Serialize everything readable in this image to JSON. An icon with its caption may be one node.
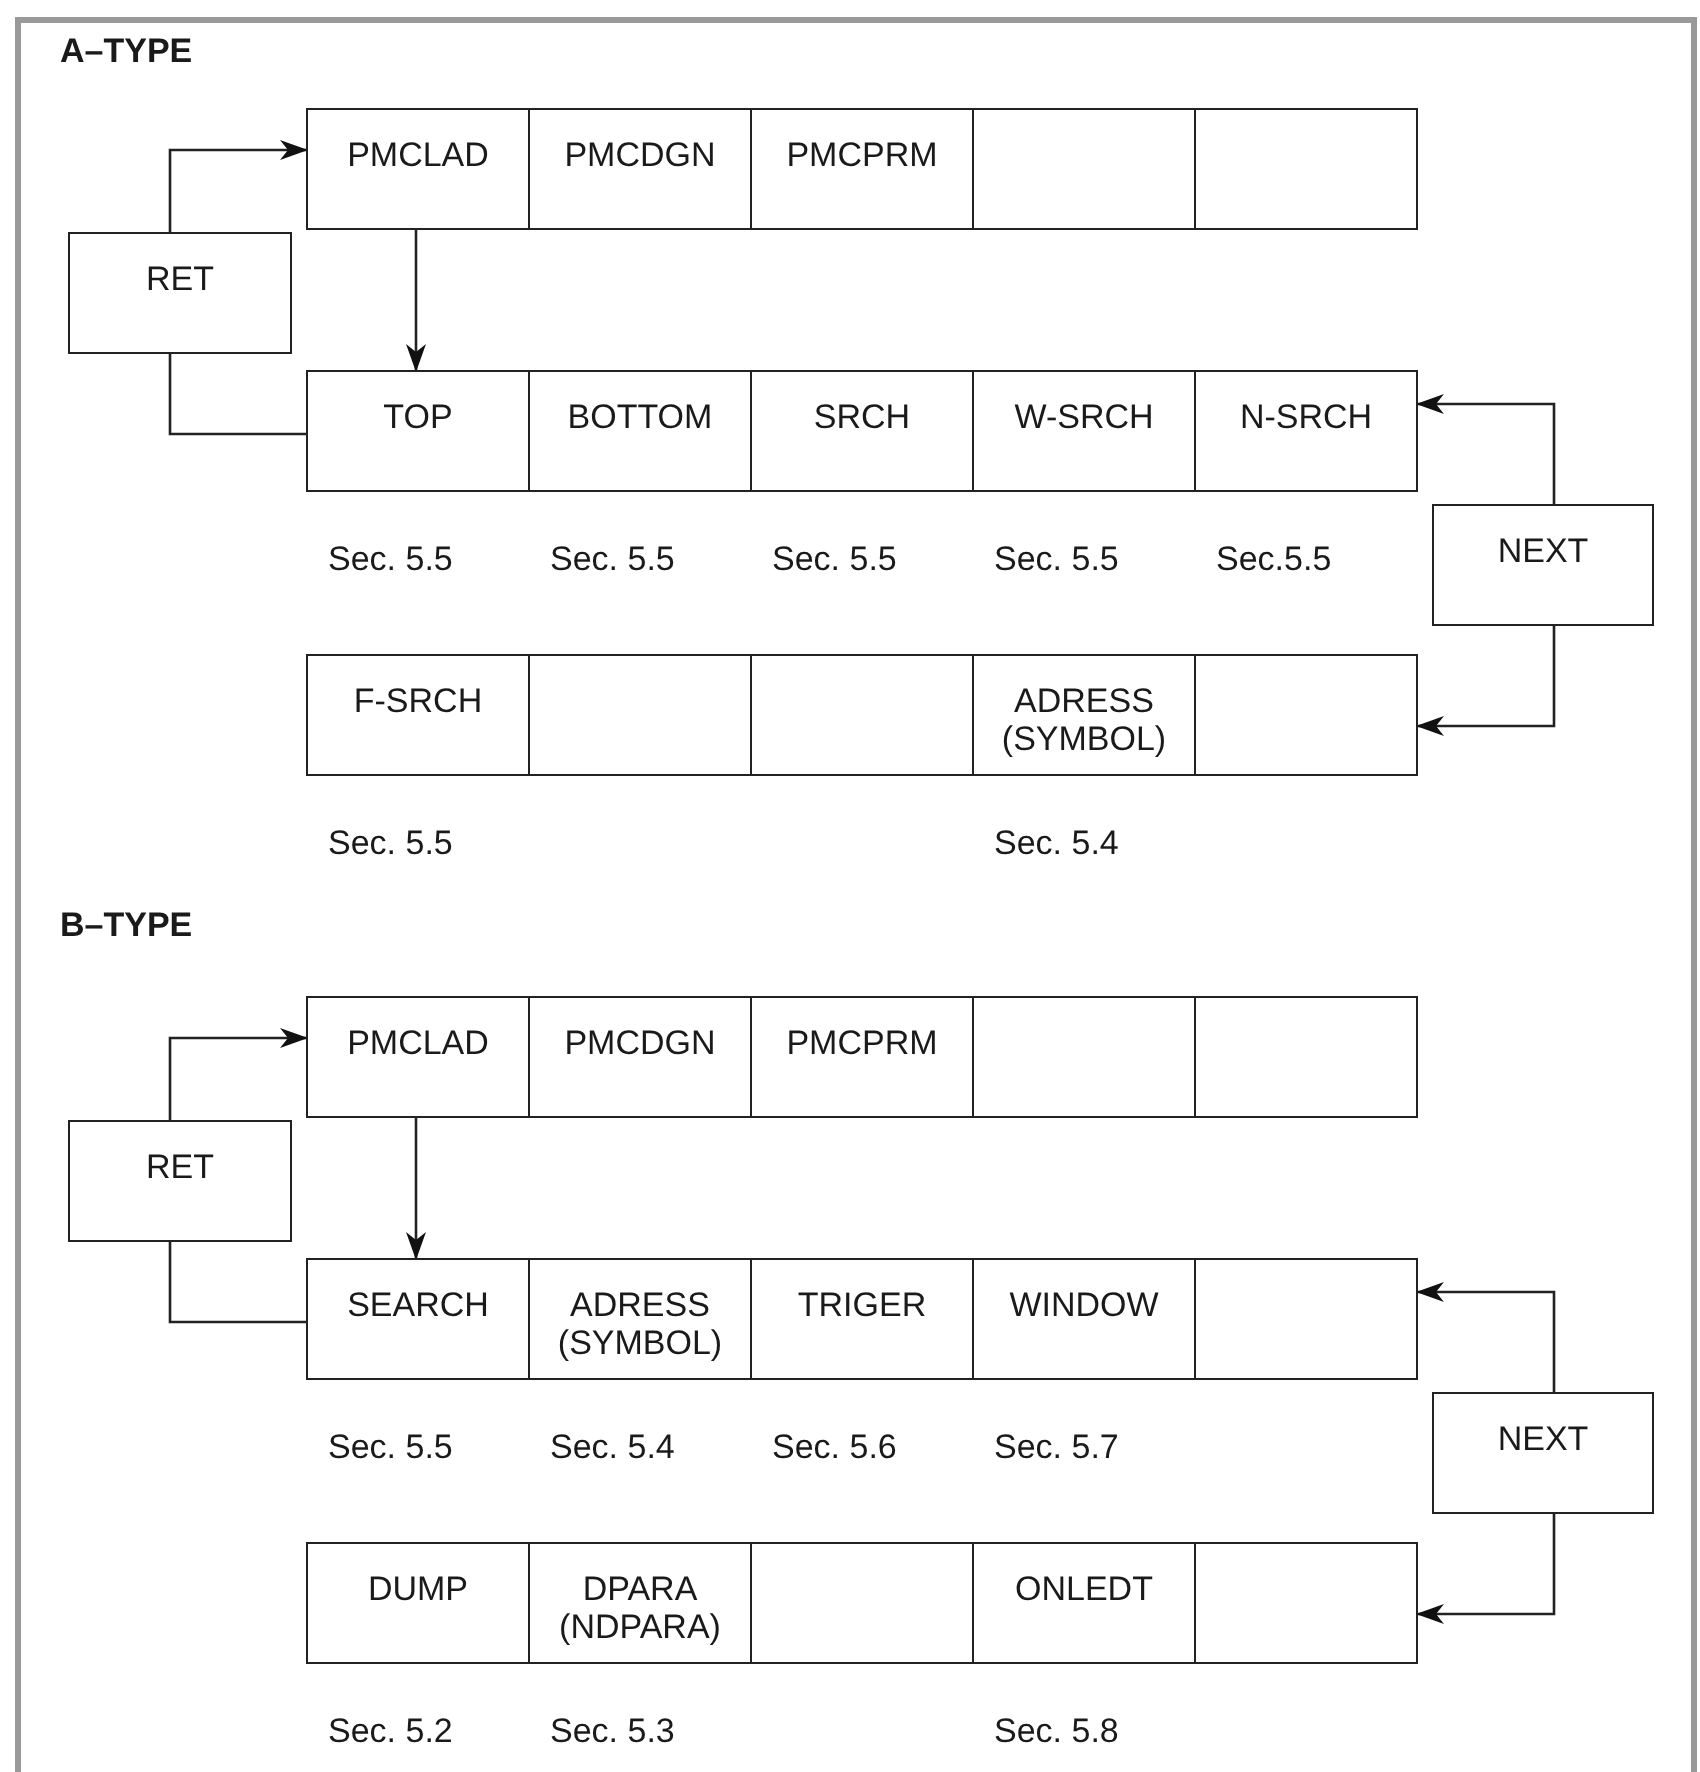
{
  "diagram": {
    "nodes": [
      {
        "text": [
          "PMCLAD"
        ]
      },
      {
        "text": [
          "PMCDGN"
        ]
      },
      {
        "text": [
          "PMCPRM"
        ]
      },
      {
        "text": [],
        "shape": "box"
      },
      {
        "text": [],
        "shape": "box"
      },
      {
        "text": [
          "RET"
        ]
      },
      {
        "text": [
          "TOP"
        ],
        "beside": [
          "Sec. 5.5"
        ]
      },
      {
        "text": [
          "BOTTOM"
        ],
        "beside": [
          "Sec. 5.5"
        ]
      },
      {
        "text": [
          "SRCH"
        ],
        "beside": [
          "Sec. 5.5"
        ]
      },
      {
        "text": [
          "W-SRCH"
        ],
        "beside": [
          "Sec. 5.5"
        ]
      },
      {
        "text": [
          "N-SRCH"
        ],
        "beside": [
          "Sec.5.5"
        ]
      },
      {
        "text": [
          "NEXT"
        ]
      },
      {
        "text": [
          "F-SRCH"
        ],
        "beside": [
          "Sec. 5.5"
        ]
      },
      {
        "text": [],
        "shape": "box"
      },
      {
        "text": [],
        "shape": "box"
      },
      {
        "text": [
          "ADRESS (SYMBOL)"
        ],
        "beside": [
          "Sec. 5.4"
        ]
      },
      {
        "text": [],
        "shape": "box"
      },
      {
        "text": [
          "PMCLAD"
        ]
      },
      {
        "text": [
          "PMCDGN"
        ]
      },
      {
        "text": [
          "PMCPRM"
        ]
      },
      {
        "text": [],
        "shape": "box"
      },
      {
        "text": [],
        "shape": "box"
      },
      {
        "text": [
          "RET"
        ]
      },
      {
        "text": [
          "SEARCH"
        ],
        "beside": [
          "Sec. 5.5"
        ]
      },
      {
        "text": [
          "ADRESS (SYMBOL)"
        ],
        "beside": [
          "Sec. 5.4"
        ]
      },
      {
        "text": [
          "TRIGER"
        ],
        "beside": [
          "Sec. 5.6"
        ]
      },
      {
        "text": [
          "WINDOW"
        ],
        "beside": [
          "Sec. 5.7"
        ]
      },
      {
        "text": [],
        "shape": "box"
      },
      {
        "text": [
          "NEXT"
        ]
      },
      {
        "text": [
          "DUMP"
        ],
        "beside": [
          "Sec. 5.2"
        ]
      },
      {
        "text": [
          "DPARA (NDPARA)"
        ],
        "beside": [
          "Sec. 5.3"
        ]
      },
      {
        "text": [],
        "shape": "box"
      },
      {
        "text": [
          "ONLEDT"
        ],
        "beside": [
          "Sec. 5.8"
        ]
      },
      {
        "text": [],
        "shape": "box"
      }
    ],
    "edges": [
      {
        "from": 5,
        "to": 0,
        "arrow": "to"
      },
      {
        "from": 6,
        "to": 5,
        "arrow": "none"
      },
      {
        "from": 0,
        "to": 6,
        "arrow": "to"
      },
      {
        "from": 11,
        "to": 10,
        "arrow": "to"
      },
      {
        "from": 11,
        "to": 16,
        "arrow": "to"
      },
      {
        "from": 22,
        "to": 17,
        "arrow": "to"
      },
      {
        "from": 23,
        "to": 22,
        "arrow": "none"
      },
      {
        "from": 17,
        "to": 23,
        "arrow": "to"
      },
      {
        "from": 28,
        "to": 27,
        "arrow": "to"
      },
      {
        "from": 28,
        "to": 33,
        "arrow": "to"
      }
    ],
    "labels": [
      "A–TYPE",
      "B–TYPE"
    ]
  }
}
